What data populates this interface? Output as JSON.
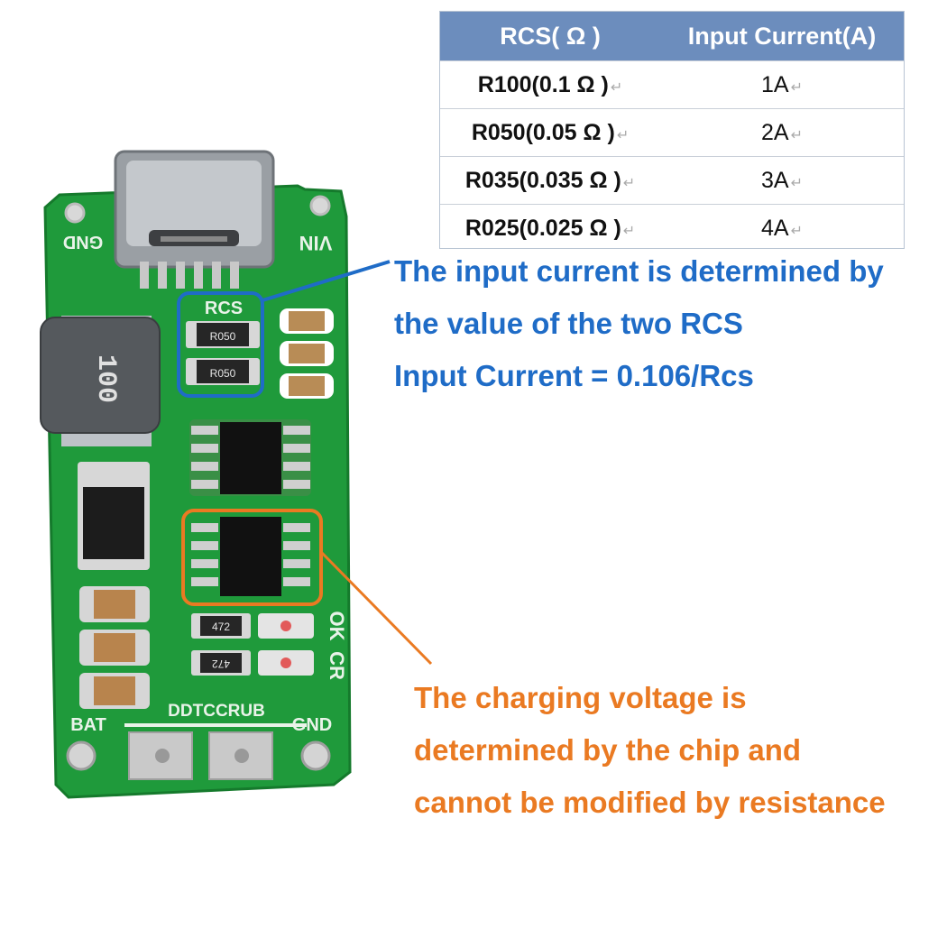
{
  "table": {
    "header": [
      "RCS( Ω )",
      "Input Current(A)"
    ],
    "rows": [
      {
        "rcs": "R100(0.1 Ω )",
        "current": "1A"
      },
      {
        "rcs": "R050(0.05 Ω )",
        "current": "2A"
      },
      {
        "rcs": "R035(0.035 Ω )",
        "current": "3A"
      },
      {
        "rcs": "R025(0.025 Ω )",
        "current": "4A"
      }
    ],
    "return_mark": "↵"
  },
  "note_input": {
    "lines": [
      "The input current is determined by",
      "the value of the two RCS",
      "Input Current = 0.106/Rcs"
    ],
    "color": "#1f6cc7"
  },
  "note_voltage": {
    "lines": [
      "The charging voltage is",
      "determined by the chip and",
      "cannot be modified by resistance"
    ],
    "color": "#ea7a22"
  },
  "board": {
    "silkscreen": {
      "gnd_top": "GND",
      "vin": "VIN",
      "rcs": "RCS",
      "resistor_code_1": "R050",
      "resistor_code_2": "R050",
      "inductor_code": "100",
      "led_resistor_1": "472",
      "led_resistor_2": "472",
      "ok": "OK",
      "cr": "CR",
      "model": "DDTCCRUB",
      "bat": "BAT",
      "gnd_bottom": "GND"
    },
    "pcb_color": "#1e9a3a",
    "highlight_rcs_color": "#1f6cc7",
    "highlight_chip_color": "#ea7a22"
  }
}
